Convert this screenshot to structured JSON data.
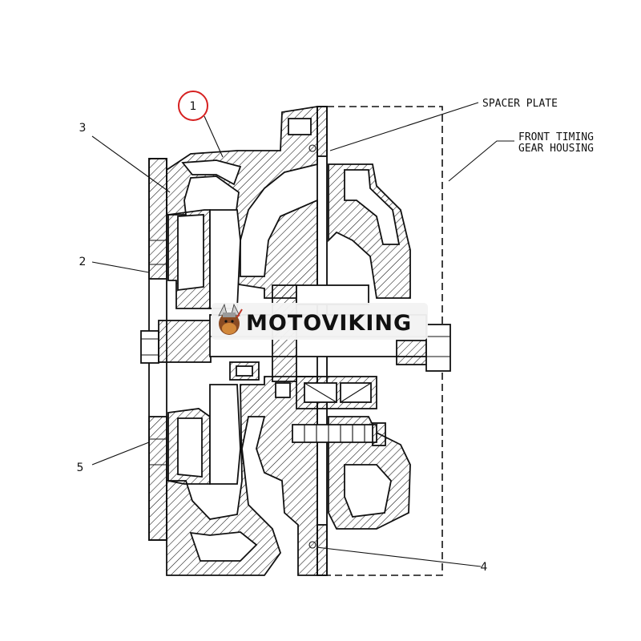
{
  "callouts": {
    "highlighted": "1",
    "items": [
      "1",
      "2",
      "3",
      "4",
      "5"
    ]
  },
  "labels": {
    "spacer_plate": "SPACER PLATE",
    "front_timing_line1": "FRONT TIMING",
    "front_timing_line2": "GEAR HOUSING"
  },
  "watermark": {
    "text": "MOTOVIKING"
  },
  "colors": {
    "highlight_circle": "#d62020",
    "line": "#111111",
    "background": "#ffffff"
  }
}
